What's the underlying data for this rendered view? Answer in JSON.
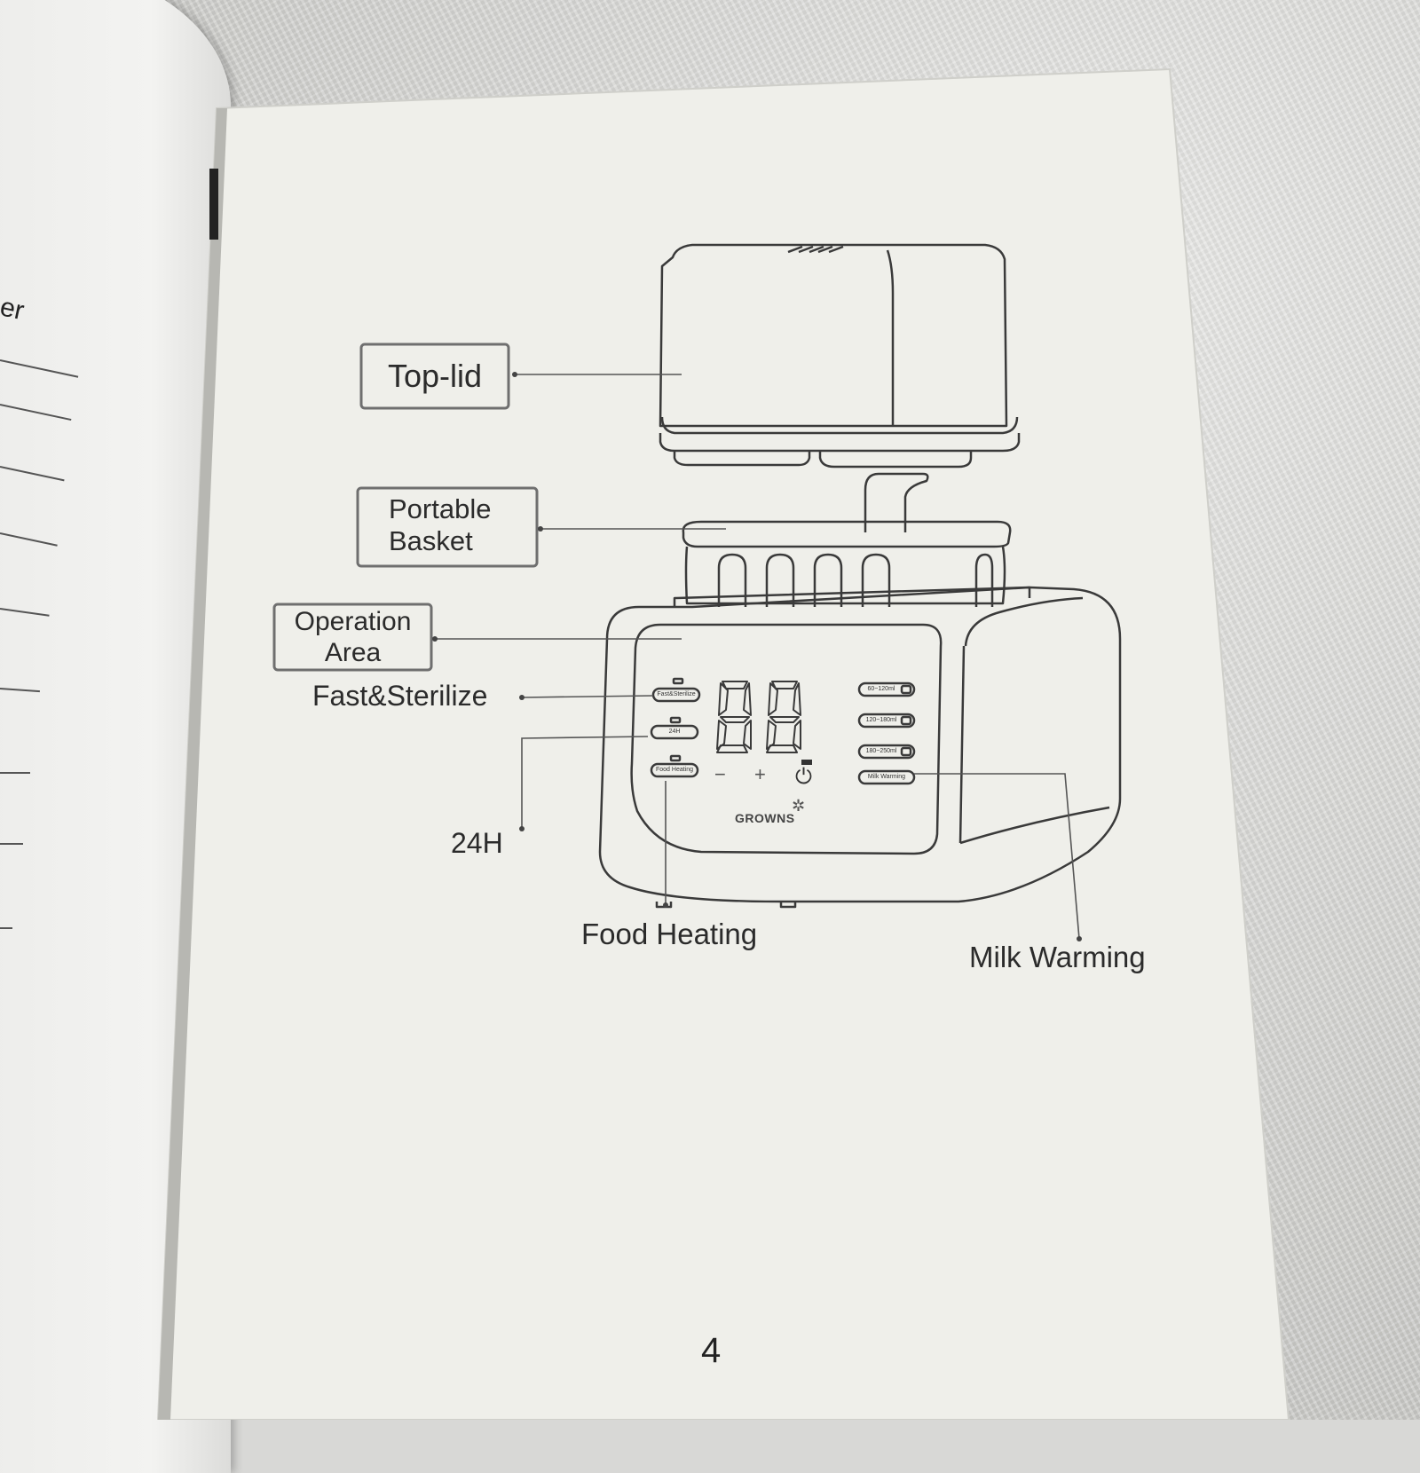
{
  "left_page": {
    "heading_fragment": "rilizer"
  },
  "labels": {
    "top_lid": "Top-lid",
    "portable_basket_line1": "Portable",
    "portable_basket_line2": "Basket",
    "operation_area_line1": "Operation",
    "operation_area_line2": "Area",
    "fast_sterilize": "Fast&Sterilize",
    "hours_24": "24H",
    "food_heating": "Food Heating",
    "milk_warming": "Milk Warming"
  },
  "panel": {
    "left_buttons": [
      "Fast&Sterilize",
      "24H",
      "Food Heating"
    ],
    "right_buttons": [
      "60~120ml",
      "120~180ml",
      "180~250ml",
      "Milk Warming"
    ],
    "display_digits": "88",
    "minus": "−",
    "plus": "+",
    "power_glyph": "⏻",
    "brand": "GROWNS"
  },
  "page_number": "4"
}
